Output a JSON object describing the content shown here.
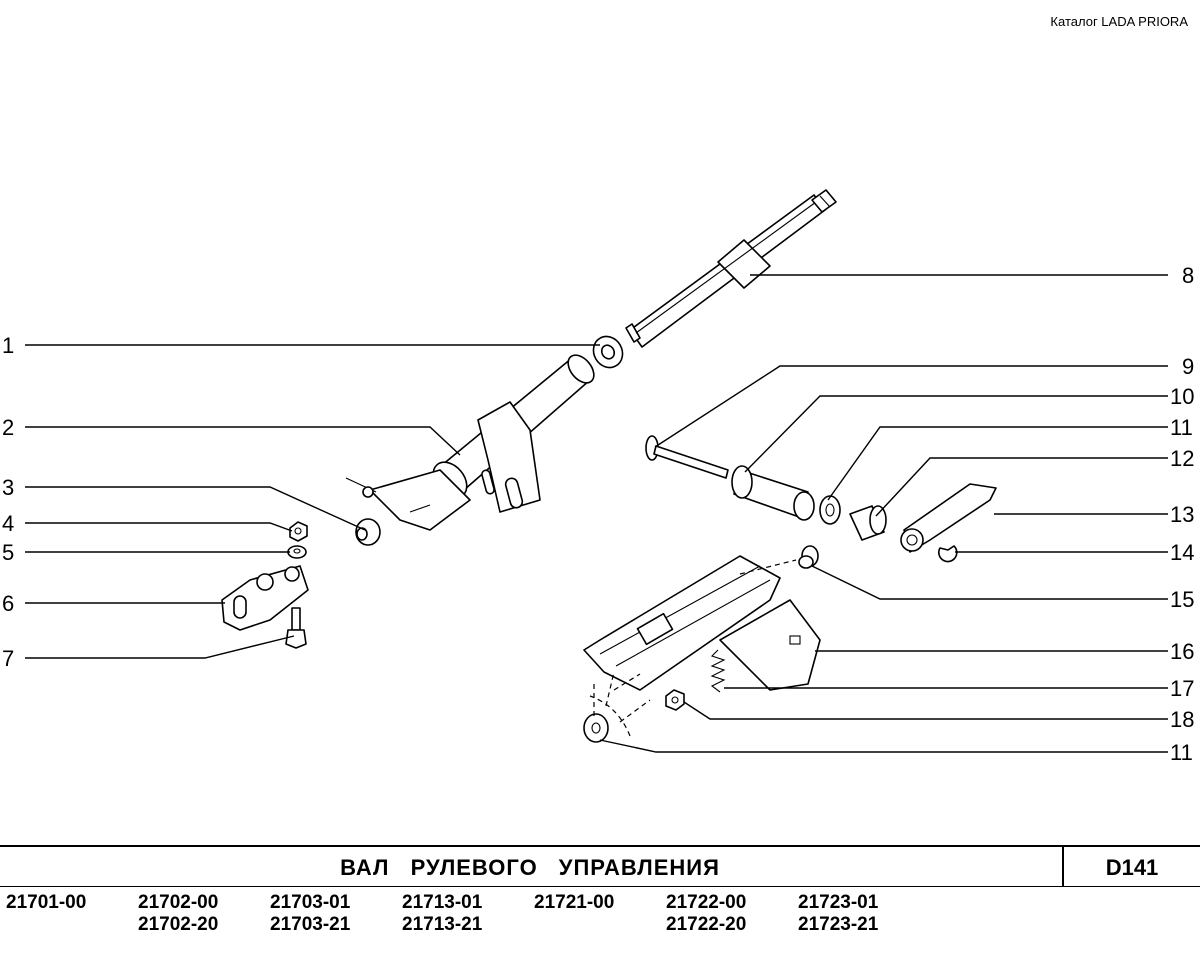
{
  "header": {
    "catalog_label": "Каталог  LADA  PRIORA"
  },
  "callouts": {
    "c1": "1",
    "c2": "2",
    "c3": "3",
    "c4": "4",
    "c5": "5",
    "c6": "6",
    "c7": "7",
    "c8": "8",
    "c9": "9",
    "c10": "10",
    "c11a": "11",
    "c12": "12",
    "c13": "13",
    "c14": "14",
    "c15": "15",
    "c16": "16",
    "c17": "17",
    "c18": "18",
    "c11b": "11"
  },
  "title": {
    "text": "ВАЛ  РУЛЕВОГО  УПРАВЛЕНИЯ",
    "page_code": "D141"
  },
  "models": [
    {
      "line1": "21701-00",
      "line2": ""
    },
    {
      "line1": "21702-00",
      "line2": "21702-20"
    },
    {
      "line1": "21703-01",
      "line2": "21703-21"
    },
    {
      "line1": "21713-01",
      "line2": "21713-21"
    },
    {
      "line1": "21721-00",
      "line2": ""
    },
    {
      "line1": "21722-00",
      "line2": "21722-20"
    },
    {
      "line1": "21723-01",
      "line2": "21723-21"
    }
  ]
}
